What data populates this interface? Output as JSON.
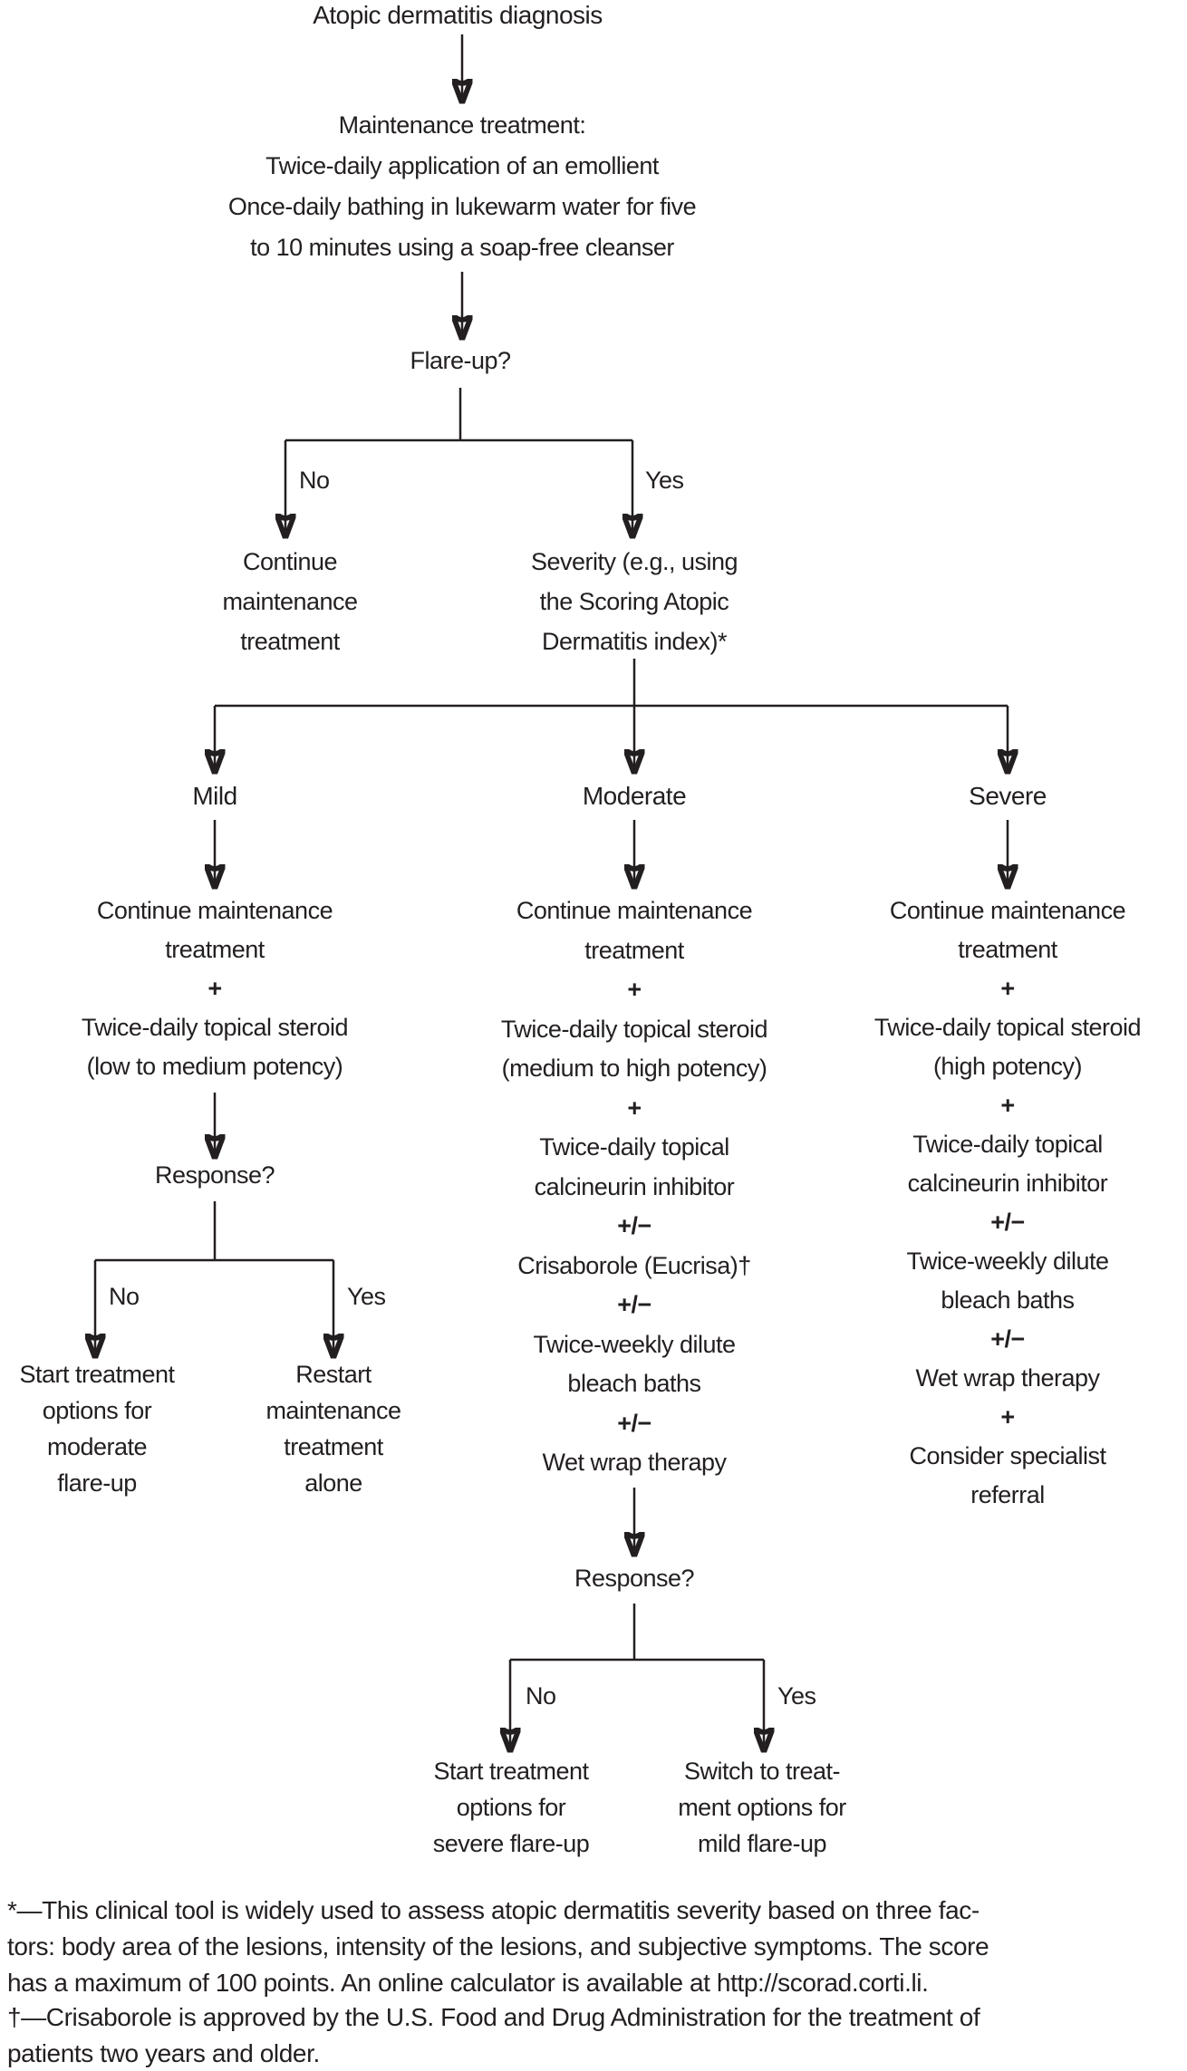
{
  "palette": {
    "text": "#231f20",
    "line": "#231f20",
    "background": "#ffffff"
  },
  "flowchart": {
    "title": "Atopic dermatitis diagnosis",
    "maintenance": {
      "lines": [
        "Maintenance treatment:",
        "Twice-daily application of an emollient",
        "Once-daily bathing in lukewarm water for five",
        "to 10 minutes using a soap-free cleanser"
      ]
    },
    "flare_up": {
      "question": "Flare-up?",
      "no_label": "No",
      "yes_label": "Yes",
      "no_result": {
        "lines": [
          "Continue",
          "maintenance",
          "treatment"
        ]
      },
      "yes_result": {
        "lines": [
          "Severity (e.g., using",
          "the Scoring Atopic",
          "Dermatitis index)*"
        ]
      }
    },
    "branches": {
      "mild": {
        "label": "Mild",
        "treatment": [
          "Continue maintenance",
          "treatment",
          "+",
          "Twice-daily topical steroid",
          "(low to medium potency)"
        ],
        "response": {
          "question": "Response?",
          "no_label": "No",
          "yes_label": "Yes",
          "no_result": [
            "Start treatment",
            "options for",
            "moderate",
            "flare-up"
          ],
          "yes_result": [
            "Restart",
            "maintenance",
            "treatment",
            "alone"
          ]
        }
      },
      "moderate": {
        "label": "Moderate",
        "treatment": [
          "Continue maintenance",
          "treatment",
          "+",
          "Twice-daily topical steroid",
          "(medium to high potency)",
          "+",
          "Twice-daily topical",
          "calcineurin inhibitor",
          "+/−",
          "Crisaborole (Eucrisa)†",
          "+/−",
          "Twice-weekly dilute",
          "bleach baths",
          "+/−",
          "Wet wrap therapy"
        ],
        "response": {
          "question": "Response?",
          "no_label": "No",
          "yes_label": "Yes",
          "no_result": [
            "Start treatment",
            "options for",
            "severe flare-up"
          ],
          "yes_result": [
            "Switch to treat-",
            "ment options for",
            "mild flare-up"
          ]
        }
      },
      "severe": {
        "label": "Severe",
        "treatment": [
          "Continue maintenance",
          "treatment",
          "+",
          "Twice-daily topical steroid",
          "(high potency)",
          "+",
          "Twice-daily topical",
          "calcineurin inhibitor",
          "+/−",
          "Twice-weekly dilute",
          "bleach baths",
          "+/−",
          "Wet wrap therapy",
          "+",
          "Consider specialist",
          "referral"
        ]
      }
    },
    "footnotes": [
      {
        "lines": [
          "*—This clinical tool is widely used to assess atopic dermatitis severity based on three fac-",
          "tors: body area of the lesions, intensity of the lesions, and subjective symptoms. The score",
          "has a maximum of 100 points. An online calculator is available at http://scorad.corti.li."
        ]
      },
      {
        "lines": [
          "†—Crisaborole is approved by the U.S. Food and Drug Administration for the treatment of",
          "patients two years and older."
        ]
      }
    ]
  }
}
